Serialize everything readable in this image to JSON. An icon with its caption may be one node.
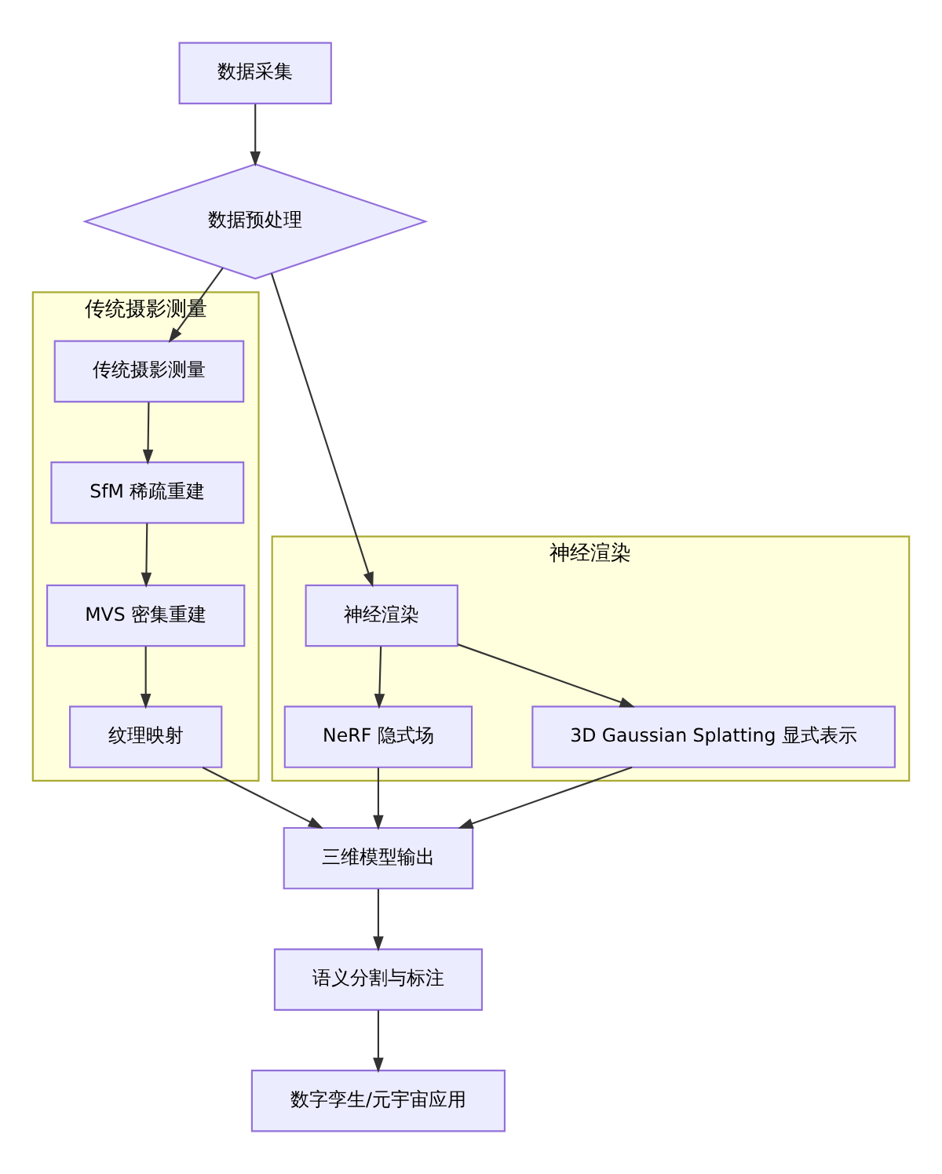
{
  "diagram": {
    "nodes": [
      {
        "text": [
          "数据采集"
        ]
      },
      {
        "text": [
          "数据预处理"
        ]
      },
      {
        "text": [
          "传统摄影测量"
        ]
      },
      {
        "text": [
          "传统摄影测量"
        ],
        "in": 2
      },
      {
        "text": [
          "SfM 稀疏重建"
        ],
        "in": 2
      },
      {
        "text": [
          "MVS 密集重建"
        ],
        "in": 2
      },
      {
        "text": [
          "纹理映射"
        ],
        "in": 2
      },
      {
        "text": [
          "神经渲染"
        ]
      },
      {
        "text": [
          "神经渲染"
        ],
        "in": 7
      },
      {
        "text": [
          "NeRF 隐式场"
        ],
        "in": 7
      },
      {
        "text": [
          "3D Gaussian Splatting 显式表示"
        ],
        "in": 7
      },
      {
        "text": [
          "三维模型输出"
        ]
      },
      {
        "text": [
          "语义分割与标注"
        ]
      },
      {
        "text": [
          "数字孪生/元宇宙应用"
        ]
      }
    ],
    "edges": [
      {
        "from": 0,
        "to": 1,
        "arrow": "to"
      },
      {
        "from": 1,
        "to": 3,
        "arrow": "to"
      },
      {
        "from": 1,
        "to": 8,
        "arrow": "to"
      },
      {
        "from": 3,
        "to": 4,
        "arrow": "to"
      },
      {
        "from": 4,
        "to": 5,
        "arrow": "to"
      },
      {
        "from": 5,
        "to": 6,
        "arrow": "to"
      },
      {
        "from": 8,
        "to": 9,
        "arrow": "to"
      },
      {
        "from": 8,
        "to": 10,
        "arrow": "to"
      },
      {
        "from": 6,
        "to": 11,
        "arrow": "to"
      },
      {
        "from": 9,
        "to": 11,
        "arrow": "to"
      },
      {
        "from": 10,
        "to": 11,
        "arrow": "to"
      },
      {
        "from": 11,
        "to": 12,
        "arrow": "to"
      },
      {
        "from": 12,
        "to": 13,
        "arrow": "to"
      }
    ]
  }
}
